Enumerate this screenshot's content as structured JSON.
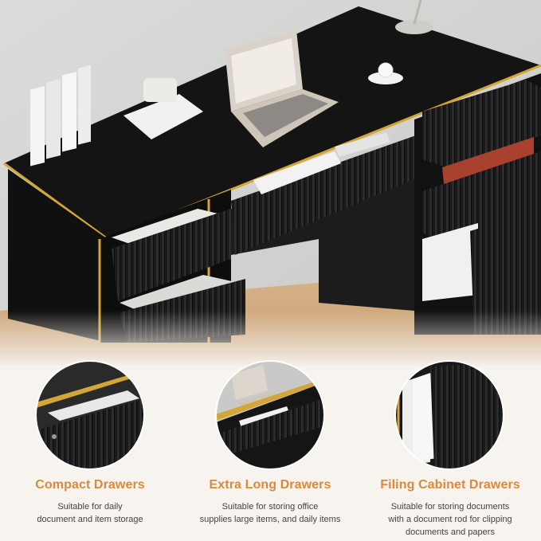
{
  "colors": {
    "accent_title": "#d98a3a",
    "desk_black": "#141414",
    "gold_trim": "#d4a537",
    "wall": "#d9d9d7",
    "floor": "#d8b58c",
    "band": "#f7f3ef"
  },
  "features": [
    {
      "title": "Compact Drawers",
      "desc_lines": [
        "Suitable for daily",
        "document and item storage"
      ]
    },
    {
      "title": "Extra Long Drawers",
      "desc_lines": [
        "Suitable for storing office",
        "supplies large items, and daily items"
      ]
    },
    {
      "title": "Filing Cabinet Drawers",
      "desc_lines": [
        "Suitable for storing documents",
        "with a document rod for clipping",
        "documents and papers"
      ]
    }
  ]
}
